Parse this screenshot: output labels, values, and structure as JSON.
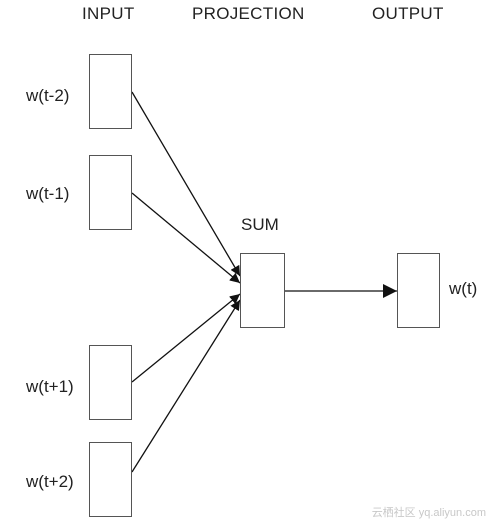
{
  "headers": {
    "input": "INPUT",
    "projection": "PROJECTION",
    "output": "OUTPUT"
  },
  "inputs": [
    {
      "label": "w(t-2)"
    },
    {
      "label": "w(t-1)"
    },
    {
      "label": "w(t+1)"
    },
    {
      "label": "w(t+2)"
    }
  ],
  "projection": {
    "label": "SUM"
  },
  "output": {
    "label": "w(t)"
  },
  "watermark": "云栖社区 yq.aliyun.com"
}
